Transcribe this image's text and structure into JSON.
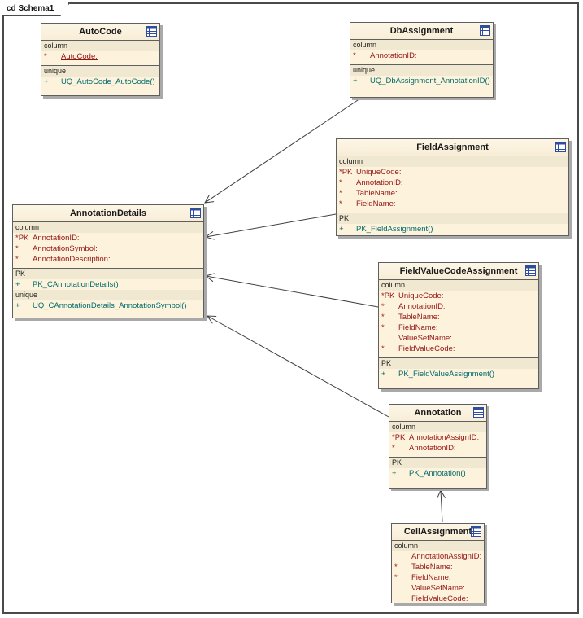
{
  "frame": {
    "label": "cd Schema1"
  },
  "colors": {
    "entity_fill": "#fdf3dd",
    "section_label_fill": "#f1e8d1",
    "entity_border": "#5f5f5f",
    "attribute_text": "#941414",
    "operation_text": "#006b6b",
    "connector": "#3f3f3f",
    "shadow": "#a9a9a9",
    "frame_border": "#4a4a4a",
    "icon_blue": "#2e4d9e"
  },
  "entities": [
    {
      "name": "AutoCode",
      "icon": "table-icon",
      "compartments": [
        {
          "groups": [
            {
              "label": "column",
              "rows": [
                {
                  "pfx": "*",
                  "text": "AutoCode:"
                }
              ]
            }
          ]
        },
        {
          "groups": [
            {
              "label": "unique",
              "rows": [
                {
                  "pfx": "+",
                  "text": "UQ_AutoCode_AutoCode()"
                }
              ]
            }
          ]
        }
      ]
    },
    {
      "name": "DbAssignment",
      "icon": "table-icon",
      "compartments": [
        {
          "groups": [
            {
              "label": "column",
              "rows": [
                {
                  "pfx": "*",
                  "text": "AnnotationID:"
                }
              ]
            }
          ]
        },
        {
          "groups": [
            {
              "label": "unique",
              "rows": [
                {
                  "pfx": "+",
                  "text": "UQ_DbAssignment_AnnotationID()"
                }
              ]
            }
          ]
        }
      ]
    },
    {
      "name": "FieldAssignment",
      "icon": "table-icon",
      "compartments": [
        {
          "groups": [
            {
              "label": "column",
              "rows": [
                {
                  "pfx": "*PK",
                  "text": "UniqueCode:"
                },
                {
                  "pfx": "*",
                  "text": "AnnotationID:"
                },
                {
                  "pfx": "*",
                  "text": "TableName:"
                },
                {
                  "pfx": "*",
                  "text": "FieldName:"
                }
              ]
            }
          ]
        },
        {
          "groups": [
            {
              "label": "PK",
              "rows": [
                {
                  "pfx": "+",
                  "text": "PK_FieldAssignment()"
                }
              ]
            }
          ]
        }
      ]
    },
    {
      "name": "AnnotationDetails",
      "icon": "table-icon",
      "compartments": [
        {
          "groups": [
            {
              "label": "column",
              "rows": [
                {
                  "pfx": "*PK",
                  "text": "AnnotationID:"
                },
                {
                  "pfx": "*",
                  "text": "AnnotationSymbol:"
                },
                {
                  "pfx": "*",
                  "text": "AnnotationDescription:"
                }
              ]
            }
          ]
        },
        {
          "groups": [
            {
              "label": "PK",
              "rows": [
                {
                  "pfx": "+",
                  "text": "PK_CAnnotationDetails()"
                }
              ]
            },
            {
              "label": "unique",
              "rows": [
                {
                  "pfx": "+",
                  "text": "UQ_CAnnotationDetails_AnnotationSymbol()"
                }
              ]
            }
          ]
        }
      ]
    },
    {
      "name": "FieldValueCodeAssignment",
      "icon": "table-icon",
      "compartments": [
        {
          "groups": [
            {
              "label": "column",
              "rows": [
                {
                  "pfx": "*PK",
                  "text": "UniqueCode:"
                },
                {
                  "pfx": "*",
                  "text": "AnnotationID:"
                },
                {
                  "pfx": "*",
                  "text": "TableName:"
                },
                {
                  "pfx": "*",
                  "text": "FieldName:"
                },
                {
                  "pfx": "",
                  "text": "ValueSetName:"
                },
                {
                  "pfx": "*",
                  "text": "FieldValueCode:"
                }
              ]
            }
          ]
        },
        {
          "groups": [
            {
              "label": "PK",
              "rows": [
                {
                  "pfx": "+",
                  "text": "PK_FieldValueAssignment()"
                }
              ]
            }
          ]
        }
      ]
    },
    {
      "name": "Annotation",
      "icon": "table-icon",
      "compartments": [
        {
          "groups": [
            {
              "label": "column",
              "rows": [
                {
                  "pfx": "*PK",
                  "text": "AnnotationAssignID:"
                },
                {
                  "pfx": "*",
                  "text": "AnnotationID:"
                }
              ]
            }
          ]
        },
        {
          "groups": [
            {
              "label": "PK",
              "rows": [
                {
                  "pfx": "+",
                  "text": "PK_Annotation()"
                }
              ]
            }
          ]
        }
      ]
    },
    {
      "name": "CellAssignment",
      "icon": "table-icon",
      "compartments": [
        {
          "groups": [
            {
              "label": "column",
              "rows": [
                {
                  "pfx": "",
                  "text": "AnnotationAssignID:"
                },
                {
                  "pfx": "*",
                  "text": "TableName:"
                },
                {
                  "pfx": "*",
                  "text": "FieldName:"
                },
                {
                  "pfx": "",
                  "text": "ValueSetName:"
                },
                {
                  "pfx": "",
                  "text": "FieldValueCode:"
                }
              ]
            }
          ]
        }
      ]
    }
  ],
  "connectors": [
    {
      "from": "DbAssignment",
      "to": "AnnotationDetails"
    },
    {
      "from": "FieldAssignment",
      "to": "AnnotationDetails"
    },
    {
      "from": "FieldValueCodeAssignment",
      "to": "AnnotationDetails"
    },
    {
      "from": "Annotation",
      "to": "AnnotationDetails"
    },
    {
      "from": "CellAssignment",
      "to": "Annotation"
    }
  ]
}
